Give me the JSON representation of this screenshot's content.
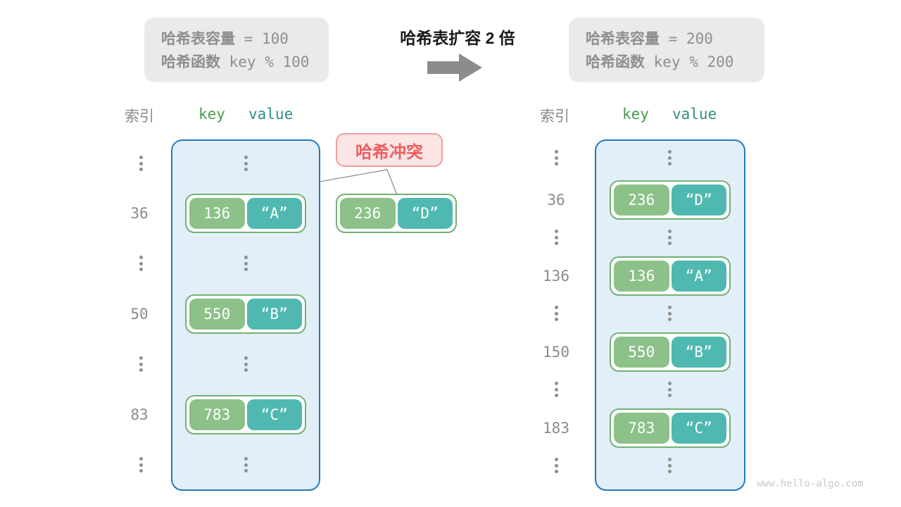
{
  "info_left": {
    "line1_label": "哈希表容量",
    "line1_code": " = 100",
    "line2_label": "哈希函数",
    "line2_code": " key % 100"
  },
  "info_right": {
    "line1_label": "哈希表容量",
    "line1_code": " = 200",
    "line2_label": "哈希函数",
    "line2_code": " key % 200"
  },
  "transform": {
    "title": "哈希表扩容 2 倍"
  },
  "collision_label": "哈希冲突",
  "left_table": {
    "index_header": "索引",
    "key_header": "key",
    "value_header": "value",
    "rows": [
      {
        "index": "36",
        "key": "136",
        "value": "“A”"
      },
      {
        "index": "50",
        "key": "550",
        "value": "“B”"
      },
      {
        "index": "83",
        "key": "783",
        "value": "“C”"
      }
    ]
  },
  "floating_pair": {
    "key": "236",
    "value": "“D”"
  },
  "right_table": {
    "index_header": "索引",
    "key_header": "key",
    "value_header": "value",
    "rows": [
      {
        "index": "36",
        "key": "236",
        "value": "“D”"
      },
      {
        "index": "136",
        "key": "136",
        "value": "“A”"
      },
      {
        "index": "150",
        "key": "550",
        "value": "“B”"
      },
      {
        "index": "183",
        "key": "783",
        "value": "“C”"
      }
    ]
  },
  "watermark": "www.hello-algo.com",
  "colors": {
    "key_green": "#8CC189",
    "value_teal": "#4FB9B1",
    "pair_border_green": "#72B172",
    "bucket_border_blue": "#1F7BC0",
    "bucket_bg_blue": "#E2EFF8",
    "collision_red": "#ED5E5E",
    "collision_bg": "#FBE5E5",
    "collision_border": "#F2A09E",
    "info_gray_bg": "#EAEAEA",
    "text_gray": "#8E8E8E",
    "arrow_gray": "#8C8C8C"
  }
}
